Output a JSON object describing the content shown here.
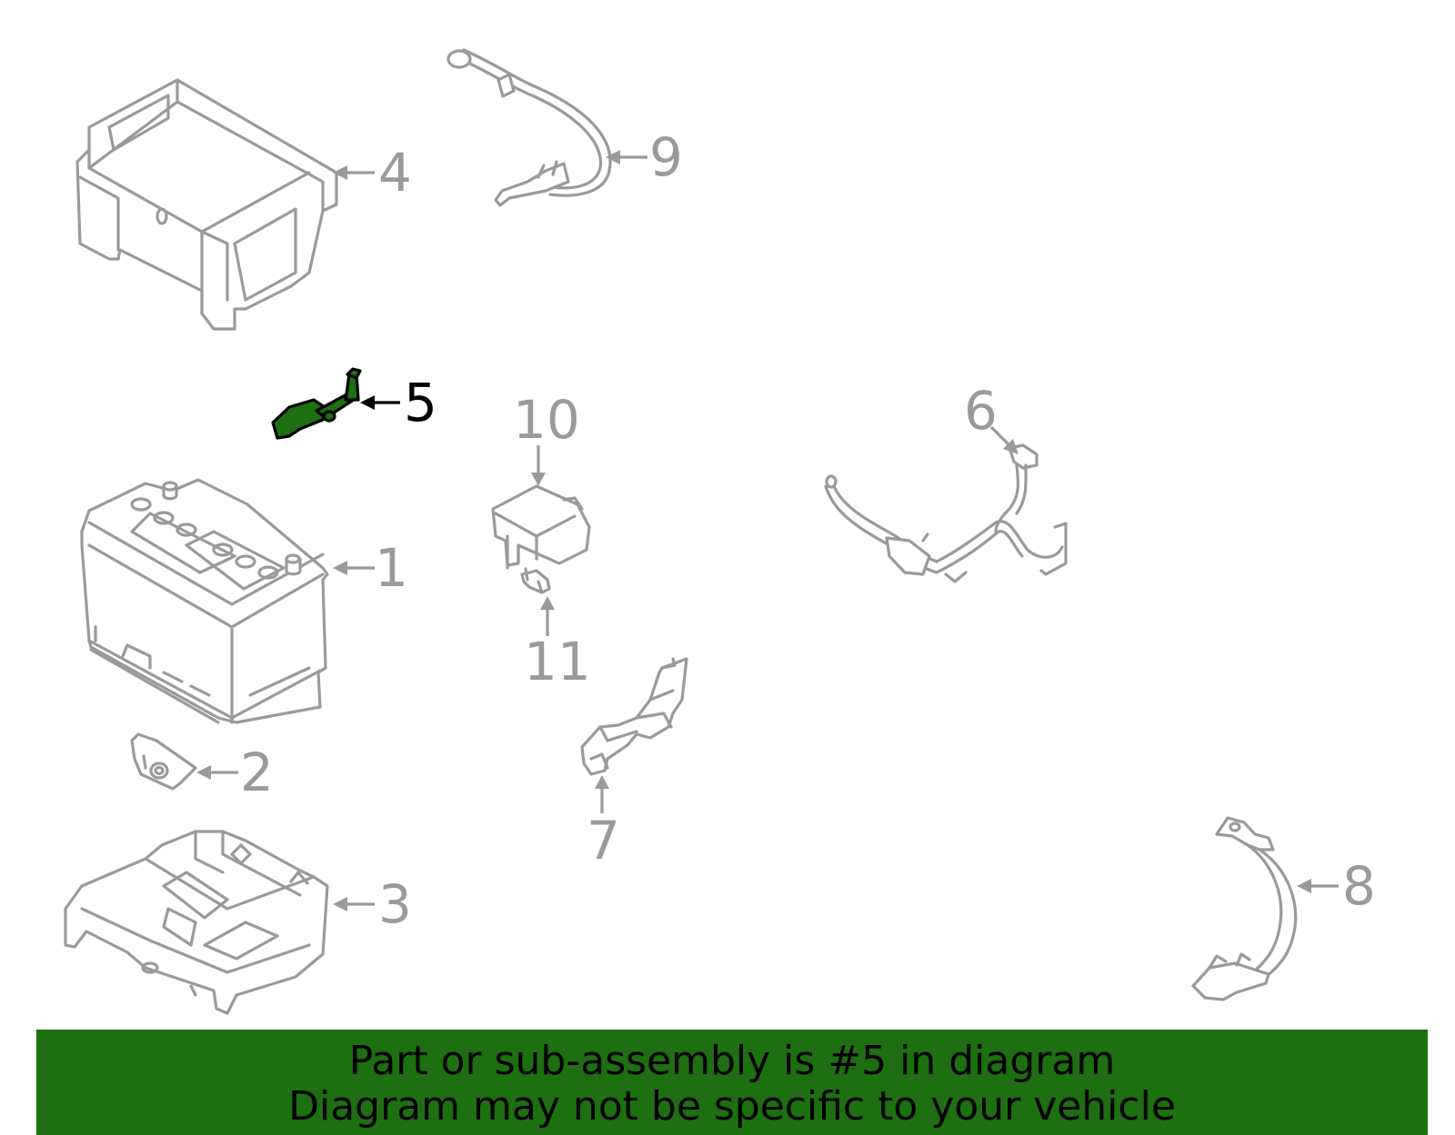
{
  "diagram": {
    "highlight_color": "#1e6e12",
    "part_color": "#9a9a9a",
    "callouts": [
      {
        "num": "1"
      },
      {
        "num": "2"
      },
      {
        "num": "3"
      },
      {
        "num": "4"
      },
      {
        "num": "5"
      },
      {
        "num": "6"
      },
      {
        "num": "7"
      },
      {
        "num": "8"
      },
      {
        "num": "9"
      },
      {
        "num": "10"
      },
      {
        "num": "11"
      }
    ],
    "highlighted": "5"
  },
  "banner": {
    "line1": "Part or sub-assembly is #5 in diagram",
    "line2": "Diagram may not be specific to your vehicle",
    "background": "#1e6e12"
  }
}
